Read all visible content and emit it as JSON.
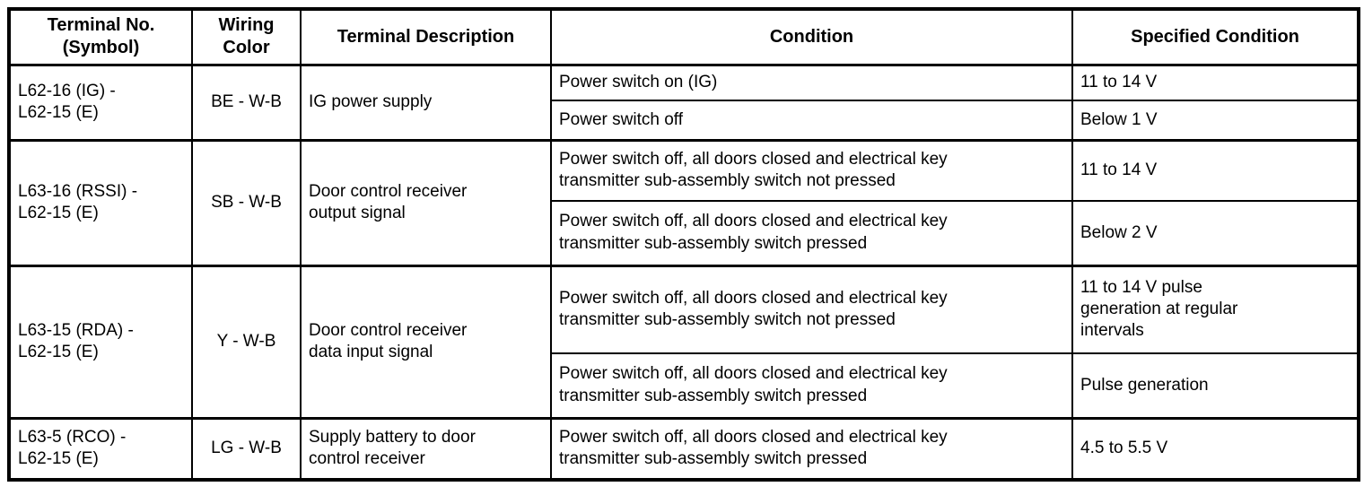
{
  "table": {
    "columns": [
      "Terminal No.\n(Symbol)",
      "Wiring\nColor",
      "Terminal Description",
      "Condition",
      "Specified Condition"
    ],
    "groups": [
      {
        "terminal": "L62-16 (IG) -\nL62-15 (E)",
        "wiring_color": "BE - W-B",
        "description": "IG power supply",
        "rows": [
          {
            "condition": "Power switch on (IG)",
            "specified": "11 to 14 V"
          },
          {
            "condition": "Power switch off",
            "specified": "Below 1 V"
          }
        ]
      },
      {
        "terminal": "L63-16 (RSSI) -\nL62-15 (E)",
        "wiring_color": "SB - W-B",
        "description": "Door control receiver\noutput signal",
        "rows": [
          {
            "condition": "Power switch off, all doors closed and electrical key\ntransmitter sub-assembly switch not pressed",
            "specified": "11 to 14 V"
          },
          {
            "condition": "Power switch off, all doors closed and electrical key\ntransmitter sub-assembly switch pressed",
            "specified": "Below 2 V"
          }
        ]
      },
      {
        "terminal": "L63-15 (RDA) -\nL62-15 (E)",
        "wiring_color": "Y - W-B",
        "description": "Door control receiver\ndata input signal",
        "rows": [
          {
            "condition": "Power switch off, all doors closed and electrical key\ntransmitter sub-assembly switch not pressed",
            "specified": "11 to 14 V pulse\ngeneration at regular\nintervals"
          },
          {
            "condition": "Power switch off, all doors closed and electrical key\ntransmitter sub-assembly switch pressed",
            "specified": "Pulse generation"
          }
        ]
      },
      {
        "terminal": "L63-5 (RCO) -\nL62-15 (E)",
        "wiring_color": "LG - W-B",
        "description": "Supply battery to door\ncontrol receiver",
        "rows": [
          {
            "condition": "Power switch off, all doors closed and electrical key\ntransmitter sub-assembly switch pressed",
            "specified": "4.5 to 5.5 V"
          }
        ]
      }
    ]
  }
}
